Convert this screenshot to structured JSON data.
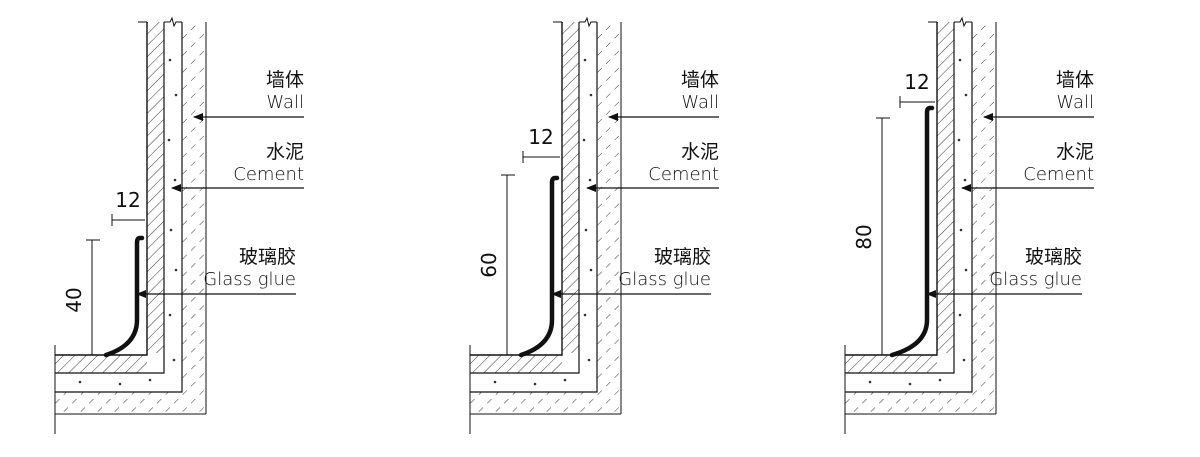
{
  "diagrams": [
    {
      "height": "40",
      "thickness": "12"
    },
    {
      "height": "60",
      "thickness": "12"
    },
    {
      "height": "80",
      "thickness": "12"
    }
  ],
  "labels": {
    "wall_cn": "墙体",
    "wall_en": "Wall",
    "cement_cn": "水泥",
    "cement_en": "Cement",
    "glue_cn": "玻璃胶",
    "glue_en": "Glass glue"
  },
  "colors": {
    "line": "#111111",
    "profile": "#111111",
    "background": "#ffffff"
  }
}
